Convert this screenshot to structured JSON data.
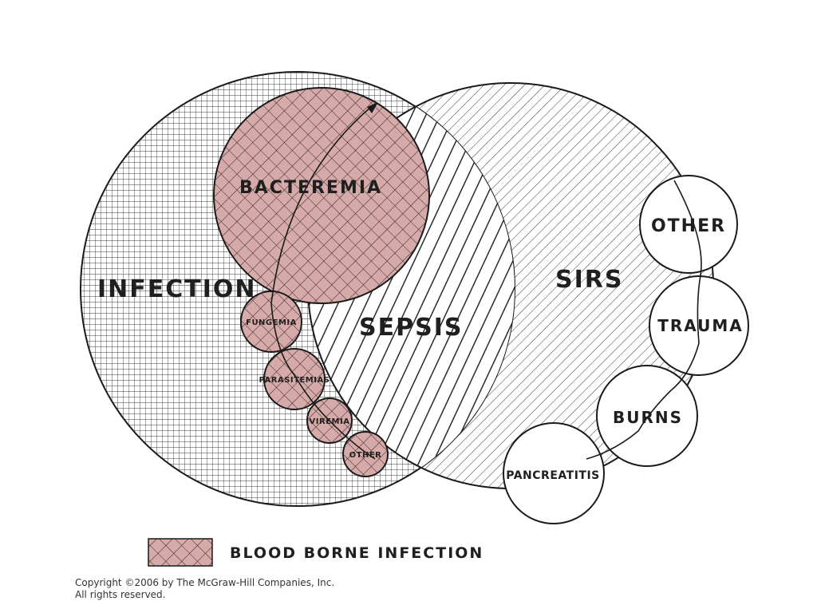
{
  "circles": {
    "infection": "INFECTION",
    "sirs": "SIRS",
    "sepsis": "SEPSIS"
  },
  "blood_borne": {
    "bacteremia": "BACTEREMIA",
    "fungemia": "FUNGEMIA",
    "parasitemias": "PARASITEMIAS",
    "viremia": "VIREMIA",
    "other": "OTHER"
  },
  "sirs_causes": {
    "other": "OTHER",
    "trauma": "TRAUMA",
    "burns": "BURNS",
    "pancreatitis": "PANCREATITIS"
  },
  "legend": {
    "label": "BLOOD BORNE INFECTION"
  },
  "copyright": {
    "line1": "Copyright ©2006 by The McGraw-Hill Companies, Inc.",
    "line2": "All rights reserved."
  },
  "colors": {
    "blood_fill": "#d6aaa8",
    "line": "#1a1a1a"
  }
}
